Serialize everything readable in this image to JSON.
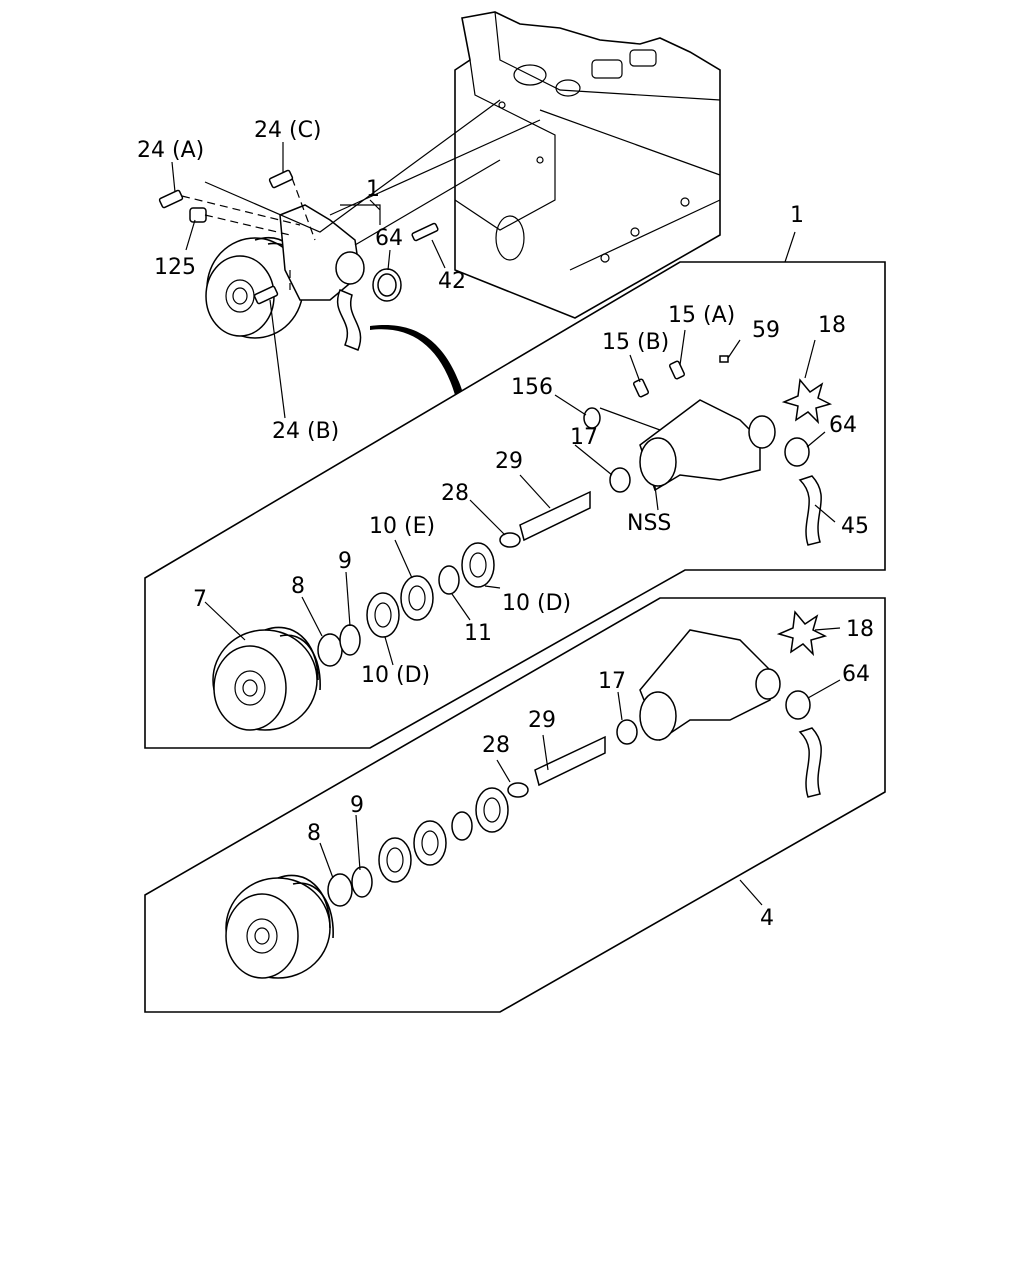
{
  "diagram": {
    "callouts": {
      "c24a": "24 (A)",
      "c24c": "24 (C)",
      "c1top": "1",
      "c64top": "64",
      "c125": "125",
      "c42": "42",
      "c24b": "24 (B)",
      "c1panel": "1",
      "c15a": "15 (A)",
      "c59": "59",
      "c18a": "18",
      "c15b": "15 (B)",
      "c156": "156",
      "c64a": "64",
      "c17a": "17",
      "c29a": "29",
      "c28a": "28",
      "cnss": "NSS",
      "c45": "45",
      "c10e": "10 (E)",
      "c9a": "9",
      "c8a": "8",
      "c7": "7",
      "c10d1": "10 (D)",
      "c11": "11",
      "c10d2": "10 (D)",
      "c18b": "18",
      "c64b": "64",
      "c17b": "17",
      "c29b": "29",
      "c28b": "28",
      "c9b": "9",
      "c8b": "8",
      "c4": "4"
    }
  }
}
